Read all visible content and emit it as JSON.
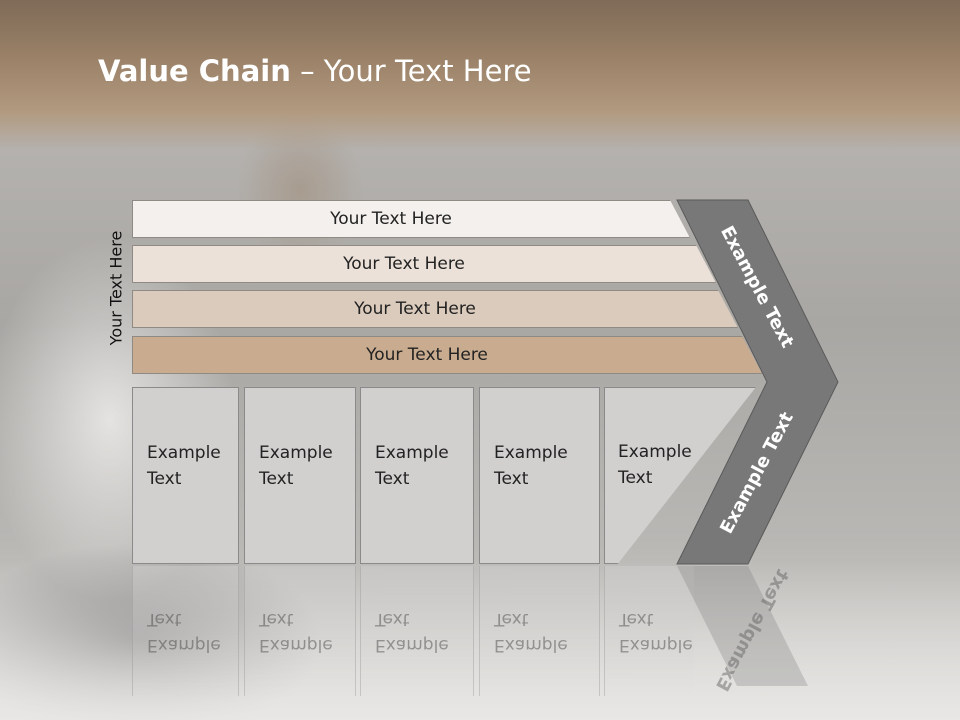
{
  "title": {
    "bold": "Value Chain",
    "rest": " – Your Text Here"
  },
  "side_label": "Your Text Here",
  "bars": [
    {
      "label": "Your Text Here",
      "color": "#f3f0ed"
    },
    {
      "label": "Your Text Here",
      "color": "#ebe1d8"
    },
    {
      "label": "Your Text Here",
      "color": "#dbcbbc"
    },
    {
      "label": "Your Text Here",
      "color": "#c9ac8f"
    }
  ],
  "columns": [
    {
      "line1": "Example",
      "line2": "Text"
    },
    {
      "line1": "Example",
      "line2": "Text"
    },
    {
      "line1": "Example",
      "line2": "Text"
    },
    {
      "line1": "Example",
      "line2": "Text"
    },
    {
      "line1": "Example",
      "line2": "Text"
    }
  ],
  "chevron": {
    "top_label": "Example Text",
    "bottom_label": "Example Text",
    "color": "#787878"
  }
}
